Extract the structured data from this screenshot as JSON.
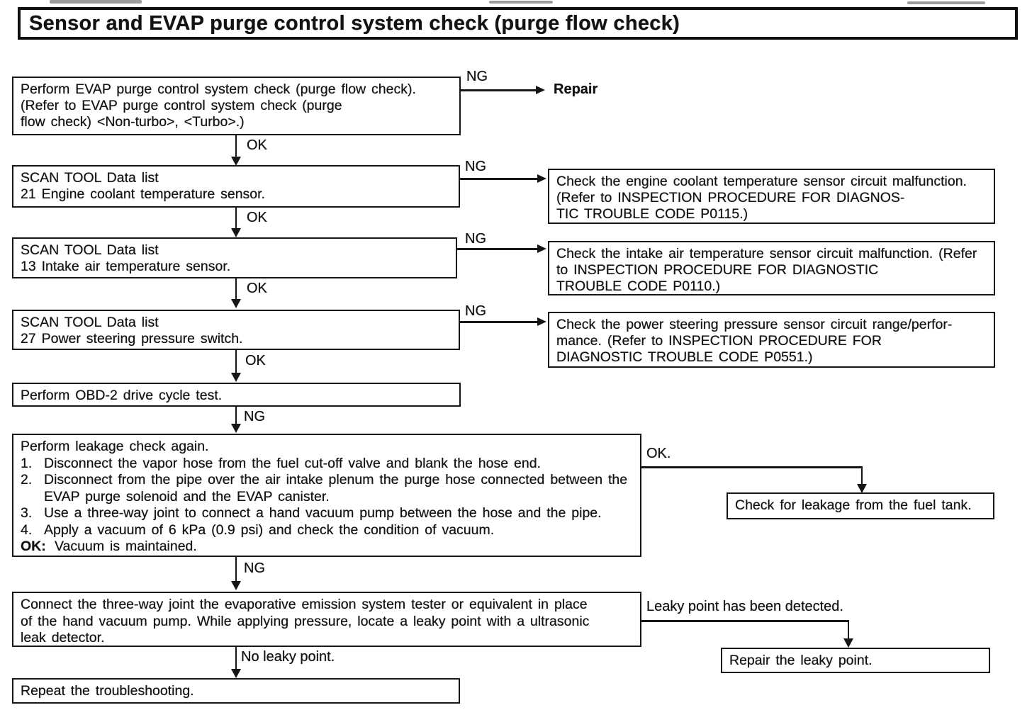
{
  "colors": {
    "paper": "#ffffff",
    "ink": "#161616"
  },
  "title": "Sensor and EVAP purge control system check (purge flow check)",
  "steps": {
    "evap_check": "Perform EVAP purge control system check (purge flow check).\n(Refer to EVAP purge control system check (purge\nflow check) <Non-turbo>, <Turbo>.)",
    "scan_21": "SCAN TOOL Data list\n21 Engine coolant temperature sensor.",
    "scan_13": "SCAN TOOL Data list\n13 Intake air temperature sensor.",
    "scan_27": "SCAN TOOL Data list\n27 Power steering pressure switch.",
    "obd2": "Perform OBD-2 drive cycle test.",
    "leakage": {
      "heading": "Perform leakage check again.",
      "items": [
        {
          "num": "1.",
          "text": "Disconnect the vapor hose from the fuel cut-off valve and blank the hose end."
        },
        {
          "num": "2.",
          "text": "Disconnect from the pipe over the air intake plenum the purge hose connected between the EVAP purge solenoid and the EVAP canister."
        },
        {
          "num": "3.",
          "text": "Use a three-way joint to connect a hand vacuum pump between the hose and the pipe."
        },
        {
          "num": "4.",
          "text": "Apply a vacuum of 6 kPa (0.9 psi) and check the condition of vacuum."
        }
      ],
      "ok_prefix": "OK:",
      "ok_text": "Vacuum is maintained."
    },
    "tester": "Connect the three-way joint the evaporative emission system tester or equivalent in place\nof the hand vacuum pump. While applying pressure, locate a leaky point with a ultrasonic\nleak detector.",
    "repeat": "Repeat the troubleshooting."
  },
  "results": {
    "repair": "Repair",
    "ect": "Check the engine coolant temperature sensor circuit malfunction.\n(Refer to INSPECTION PROCEDURE FOR DIAGNOS-\nTIC TROUBLE CODE P0115.)",
    "iat": "Check the intake air temperature sensor circuit malfunction. (Refer\nto INSPECTION PROCEDURE FOR DIAGNOSTIC\nTROUBLE CODE P0110.)",
    "psp": "Check the power steering pressure sensor circuit range/perfor-\nmance. (Refer to INSPECTION PROCEDURE FOR\nDIAGNOSTIC TROUBLE CODE P0551.)",
    "fuel_tank": "Check for leakage from the fuel tank.",
    "repair_leaky": "Repair the leaky point."
  },
  "edge_labels": {
    "evap_ng": "NG",
    "evap_ok": "OK",
    "scan21_ng": "NG",
    "scan21_ok": "OK",
    "scan13_ng": "NG",
    "scan13_ok": "OK",
    "scan27_ng": "NG",
    "scan27_ok": "OK",
    "obd2_ng": "NG",
    "leakage_ok": "OK.",
    "leakage_ng": "NG",
    "tester_leaky": "Leaky point has been detected.",
    "tester_no_leak": "No leaky point."
  }
}
